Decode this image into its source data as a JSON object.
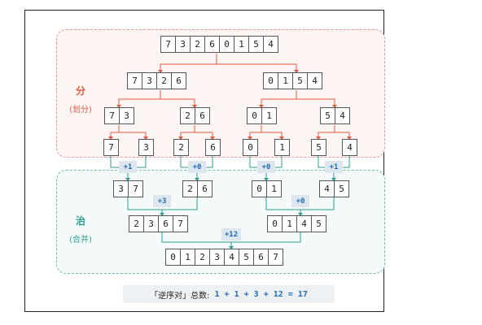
{
  "arrays": {
    "root": [
      "7",
      "3",
      "2",
      "6",
      "0",
      "1",
      "5",
      "4"
    ],
    "d1_left": [
      "7",
      "3",
      "2",
      "6"
    ],
    "d1_right": [
      "0",
      "1",
      "5",
      "4"
    ],
    "d2_a": [
      "7",
      "3"
    ],
    "d2_b": [
      "2",
      "6"
    ],
    "d2_c": [
      "0",
      "1"
    ],
    "d2_d": [
      "5",
      "4"
    ],
    "leaves": [
      "7",
      "3",
      "2",
      "6",
      "0",
      "1",
      "5",
      "4"
    ],
    "m1_a": [
      "3",
      "7"
    ],
    "m1_b": [
      "2",
      "6"
    ],
    "m1_c": [
      "0",
      "1"
    ],
    "m1_d": [
      "4",
      "5"
    ],
    "m2_left": [
      "2",
      "3",
      "6",
      "7"
    ],
    "m2_right": [
      "0",
      "1",
      "4",
      "5"
    ],
    "final": [
      "0",
      "1",
      "2",
      "3",
      "4",
      "5",
      "6",
      "7"
    ]
  },
  "badges": {
    "leaf_a": "+1",
    "leaf_b": "+0",
    "leaf_c": "+0",
    "leaf_d": "+1",
    "merge_left": "+3",
    "merge_right": "+0",
    "merge_final": "+12"
  },
  "phases": {
    "divide_title": "分",
    "divide_sub": "(划分)",
    "conquer_title": "治",
    "conquer_sub": "(合并)"
  },
  "summary": {
    "title": "「逆序对」总数:",
    "expression": "1 + 1 + 3 + 12 = 17"
  },
  "colors": {
    "divide": "#e2583e",
    "conquer": "#2a9d8f",
    "badge_text": "#1f6bb5"
  }
}
